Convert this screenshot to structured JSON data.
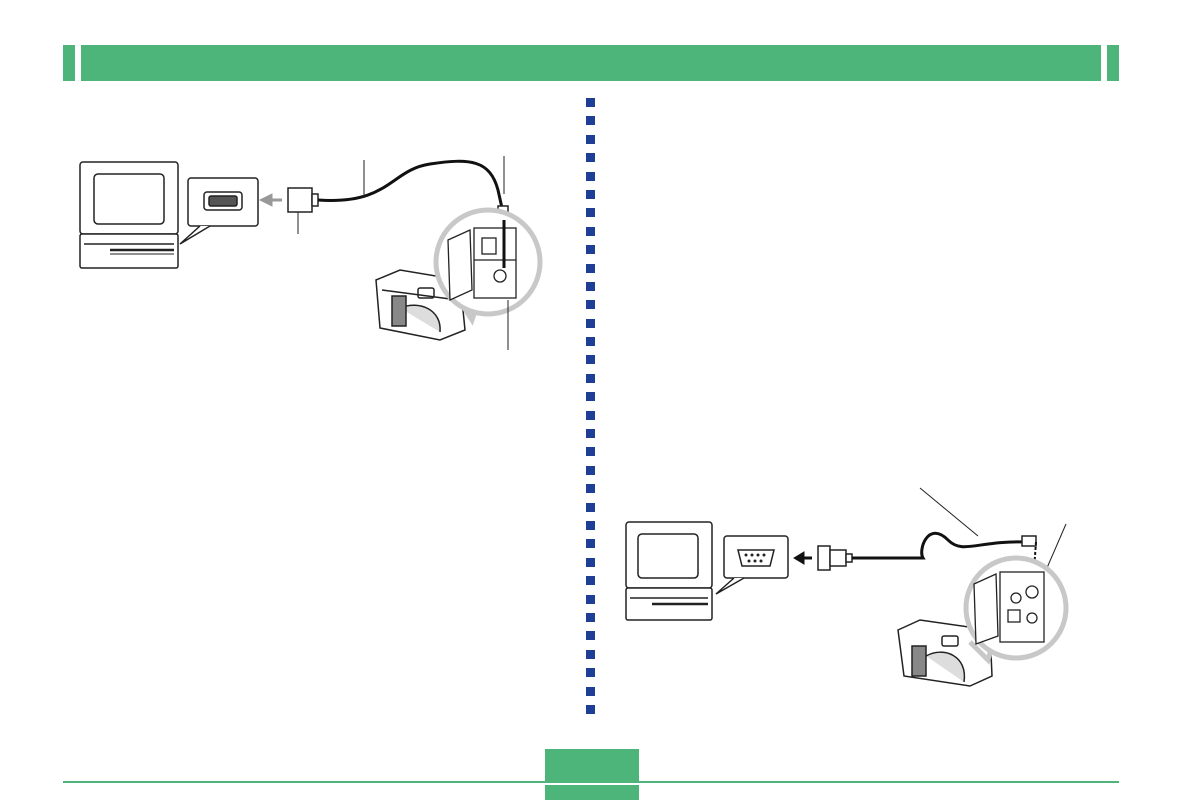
{
  "header": {
    "title": "",
    "color": "#4db57a"
  },
  "divider": {
    "color": "#1f3f96",
    "count": 34
  },
  "figures": {
    "left": {
      "name": "usb-connection-illustration"
    },
    "right": {
      "name": "serial-connection-illustration"
    }
  },
  "footer": {
    "page_number": "",
    "color": "#4db57a"
  }
}
